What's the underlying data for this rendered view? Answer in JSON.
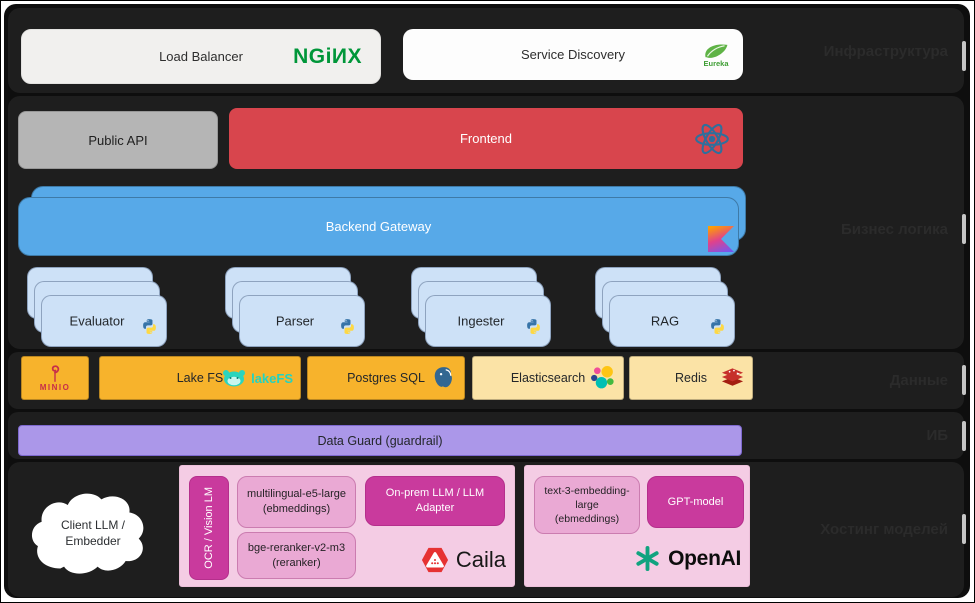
{
  "layers": {
    "infrastructure": "Инфраструктура",
    "business": "Бизнес логика",
    "data": "Данные",
    "security": "ИБ",
    "hosting": "Хостинг моделей"
  },
  "infrastructure": {
    "load_balancer": "Load Balancer",
    "nginx_logo": "NGiИX",
    "service_discovery": "Service Discovery",
    "eureka_logo": "Eureka"
  },
  "business": {
    "public_api": "Public API",
    "frontend": "Frontend",
    "backend_gateway": "Backend Gateway",
    "services": [
      {
        "label": "Evaluator"
      },
      {
        "label": "Parser"
      },
      {
        "label": "Ingester"
      },
      {
        "label": "RAG"
      }
    ]
  },
  "data": {
    "minio": "MINIO",
    "lakefs": "Lake FS",
    "lakefs_logo": "lakeFS",
    "postgres": "Postgres SQL",
    "elasticsearch": "Elasticsearch",
    "redis": "Redis"
  },
  "security": {
    "data_guard": "Data Guard (guardrail)"
  },
  "hosting": {
    "cloud_line1": "Client LLM /",
    "cloud_line2": "Embedder",
    "caila": {
      "ocr": "OCR / Vision LM",
      "e5_name": "multilingual-e5-large",
      "e5_type": "(ebmeddings)",
      "bge_name": "bge-reranker-v2-m3",
      "bge_type": "(reranker)",
      "onprem": "On-prem LLM / LLM Adapter",
      "brand": "Caila"
    },
    "openai": {
      "embed_line1": "text-3-embedding-",
      "embed_line2": "large",
      "embed_type": "(ebmeddings)",
      "gpt": "GPT-model",
      "brand": "OpenAI"
    }
  },
  "colors": {
    "band_bg": "#1e1e1e",
    "nginx_green": "#009639",
    "frontend_red": "#d8454d",
    "gateway_blue": "#57a9e8",
    "service_card_blue": "#cde1f7",
    "amber": "#f7b32c",
    "cream": "#fbe3a6",
    "guard_purple": "#ab97e9",
    "pink_container": "#f4cce4",
    "pink_model": "#eaa9d4",
    "magenta_model": "#c93a9d",
    "caila_red": "#e63232",
    "openai_teal": "#10a37f"
  }
}
